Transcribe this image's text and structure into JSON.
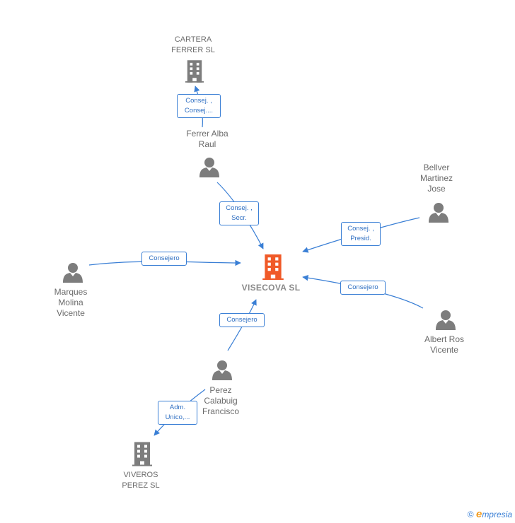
{
  "nodes": {
    "cartera": {
      "label": "CARTERA\nFERRER SL"
    },
    "ferrer": {
      "label": "Ferrer Alba\nRaul"
    },
    "bellver": {
      "label": "Bellver\nMartinez\nJose"
    },
    "marques": {
      "label": "Marques\nMolina\nVicente"
    },
    "visecova": {
      "label": "VISECOVA SL"
    },
    "albert": {
      "label": "Albert Ros\nVicente"
    },
    "perez": {
      "label": "Perez\nCalabuig\nFrancisco"
    },
    "viveros": {
      "label": "VIVEROS\nPEREZ SL"
    }
  },
  "edges": {
    "ferrer_cartera": "Consej. ,\nConsej....",
    "ferrer_visecova": "Consej. ,\nSecr.",
    "bellver_visecova": "Consej. ,\nPresid.",
    "marques_visecova": "Consejero",
    "albert_visecova": "Consejero",
    "perez_visecova": "Consejero",
    "perez_viveros": "Adm.\nUnico,..."
  },
  "colors": {
    "edge": "#3a7fd5",
    "person": "#7d7d7d",
    "company": "#7d7d7d",
    "focus_company": "#f05a28"
  },
  "footer": {
    "copyright": "©",
    "brand_e": "e",
    "brand_rest": "mpresia"
  }
}
